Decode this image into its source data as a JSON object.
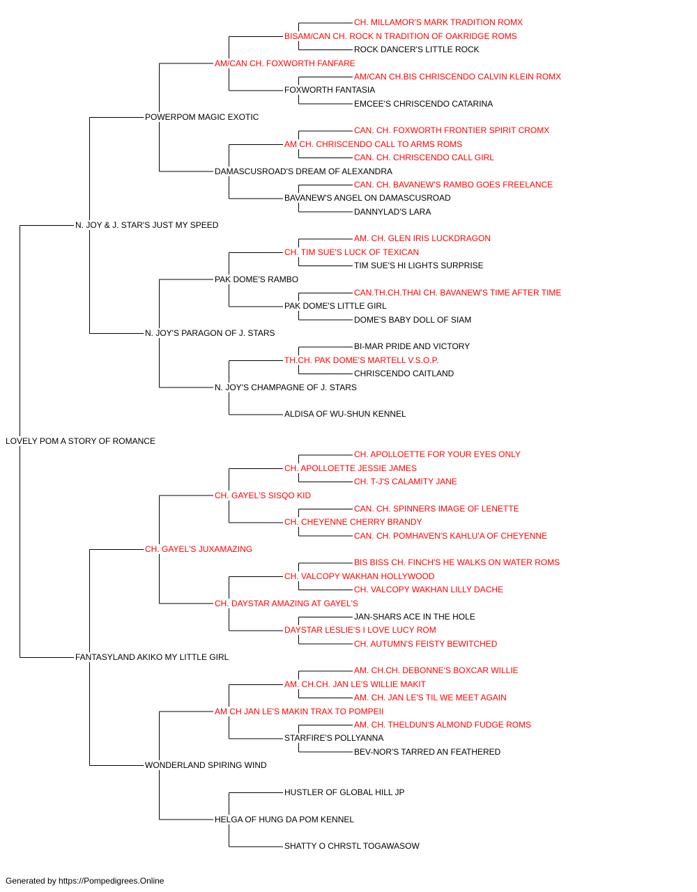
{
  "colors": {
    "champion": "#ff0000",
    "regular": "#000000",
    "line": "#000000"
  },
  "footer": "Generated by https://Pompedigrees.Online",
  "pedigree": {
    "name": "LOVELY POM A STORY OF ROMANCE",
    "champion": false,
    "sire": {
      "name": "N. JOY & J. STAR'S JUST MY SPEED",
      "champion": false,
      "sire": {
        "name": "POWERPOM MAGIC EXOTIC",
        "champion": false,
        "sire": {
          "name": "AM/CAN CH. FOXWORTH FANFARE",
          "champion": true,
          "sire": {
            "name": "BISAM/CAN CH. ROCK N TRADITION OF OAKRIDGE ROMS",
            "champion": true,
            "sire": {
              "name": "CH. MILLAMOR'S MARK TRADITION ROMX",
              "champion": true
            },
            "dam": {
              "name": "ROCK DANCER'S LITTLE ROCK",
              "champion": false
            }
          },
          "dam": {
            "name": "FOXWORTH FANTASIA",
            "champion": false,
            "sire": {
              "name": "AM/CAN CH.BIS CHRISCENDO CALVIN KLEIN ROMX",
              "champion": true
            },
            "dam": {
              "name": "EMCEE'S CHRISCENDO CATARINA",
              "champion": false
            }
          }
        },
        "dam": {
          "name": "DAMASCUSROAD'S DREAM OF ALEXANDRA",
          "champion": false,
          "sire": {
            "name": "AM CH. CHRISCENDO CALL TO ARMS ROMS",
            "champion": true,
            "sire": {
              "name": "CAN. CH. FOXWORTH FRONTIER SPIRIT CROMX",
              "champion": true
            },
            "dam": {
              "name": "CAN. CH. CHRISCENDO CALL GIRL",
              "champion": true
            }
          },
          "dam": {
            "name": "BAVANEW'S ANGEL ON DAMASCUSROAD",
            "champion": false,
            "sire": {
              "name": "CAN. CH. BAVANEW'S RAMBO GOES FREELANCE",
              "champion": true
            },
            "dam": {
              "name": "DANNYLAD'S LARA",
              "champion": false
            }
          }
        }
      },
      "dam": {
        "name": "N. JOY'S PARAGON OF J. STARS",
        "champion": false,
        "sire": {
          "name": "PAK DOME'S RAMBO",
          "champion": false,
          "sire": {
            "name": "CH. TIM SUE'S LUCK OF TEXICAN",
            "champion": true,
            "sire": {
              "name": "AM. CH. GLEN IRIS LUCKDRAGON",
              "champion": true
            },
            "dam": {
              "name": "TIM SUE'S HI LIGHTS SURPRISE",
              "champion": false
            }
          },
          "dam": {
            "name": "PAK DOME'S LITTLE GIRL",
            "champion": false,
            "sire": {
              "name": "CAN.TH.CH.THAI CH. BAVANEW'S TIME AFTER TIME",
              "champion": true
            },
            "dam": {
              "name": "DOME'S BABY DOLL OF SIAM",
              "champion": false
            }
          }
        },
        "dam": {
          "name": "N. JOY'S CHAMPAGNE OF J. STARS",
          "champion": false,
          "sire": {
            "name": "TH.CH. PAK DOME'S MARTELL V.S.O.P.",
            "champion": true,
            "sire": {
              "name": "BI-MAR PRIDE AND VICTORY",
              "champion": false
            },
            "dam": {
              "name": "CHRISCENDO CAITLAND",
              "champion": false
            }
          },
          "dam": {
            "name": "ALDISA OF WU-SHUN KENNEL",
            "champion": false
          }
        }
      }
    },
    "dam": {
      "name": "FANTASYLAND AKIKO MY LITTLE GIRL",
      "champion": false,
      "sire": {
        "name": "CH. GAYEL'S JUXAMAZING",
        "champion": true,
        "sire": {
          "name": "CH. GAYEL'S SISQO KID",
          "champion": true,
          "sire": {
            "name": "CH. APOLLOETTE JESSIE JAMES",
            "champion": true,
            "sire": {
              "name": "CH. APOLLOETTE FOR YOUR EYES ONLY",
              "champion": true
            },
            "dam": {
              "name": "CH. T-J'S CALAMITY JANE",
              "champion": true
            }
          },
          "dam": {
            "name": "CH. CHEYENNE CHERRY BRANDY",
            "champion": true,
            "sire": {
              "name": "CAN. CH. SPINNERS IMAGE OF LENETTE",
              "champion": true
            },
            "dam": {
              "name": "CAN. CH. POMHAVEN'S KAHLU'A OF CHEYENNE",
              "champion": true
            }
          }
        },
        "dam": {
          "name": "CH. DAYSTAR AMAZING AT GAYEL'S",
          "champion": true,
          "sire": {
            "name": "CH. VALCOPY WAKHAN HOLLYWOOD",
            "champion": true,
            "sire": {
              "name": "BIS BISS CH. FINCH'S HE WALKS ON WATER ROMS",
              "champion": true
            },
            "dam": {
              "name": "CH. VALCOPY WAKHAN LILLY DACHE",
              "champion": true
            }
          },
          "dam": {
            "name": "DAYSTAR LESLIE'S I LOVE LUCY ROM",
            "champion": true,
            "sire": {
              "name": "JAN-SHARS ACE IN THE HOLE",
              "champion": false
            },
            "dam": {
              "name": "CH. AUTUMN'S FEISTY BEWITCHED",
              "champion": true
            }
          }
        }
      },
      "dam": {
        "name": "WONDERLAND SPIRING WIND",
        "champion": false,
        "sire": {
          "name": "AM CH JAN LE'S MAKIN TRAX TO POMPEII",
          "champion": true,
          "sire": {
            "name": "AM. CH.CH. JAN LE'S WILLIE MAKIT",
            "champion": true,
            "sire": {
              "name": "AM. CH.CH. DEBONNE'S BOXCAR WILLIE",
              "champion": true
            },
            "dam": {
              "name": "AM. CH. JAN LE'S TIL WE MEET AGAIN",
              "champion": true
            }
          },
          "dam": {
            "name": "STARFIRE'S POLLYANNA",
            "champion": false,
            "sire": {
              "name": "AM. CH. THELDUN'S ALMOND FUDGE ROMS",
              "champion": true
            },
            "dam": {
              "name": "BEV-NOR'S TARRED AN FEATHERED",
              "champion": false
            }
          }
        },
        "dam": {
          "name": "HELGA OF HUNG DA POM KENNEL",
          "champion": false,
          "sire": {
            "name": "HUSTLER OF GLOBAL HILL JP",
            "champion": false
          },
          "dam": {
            "name": "SHATTY O CHRSTL TOGAWASOW",
            "champion": false
          }
        }
      }
    }
  }
}
